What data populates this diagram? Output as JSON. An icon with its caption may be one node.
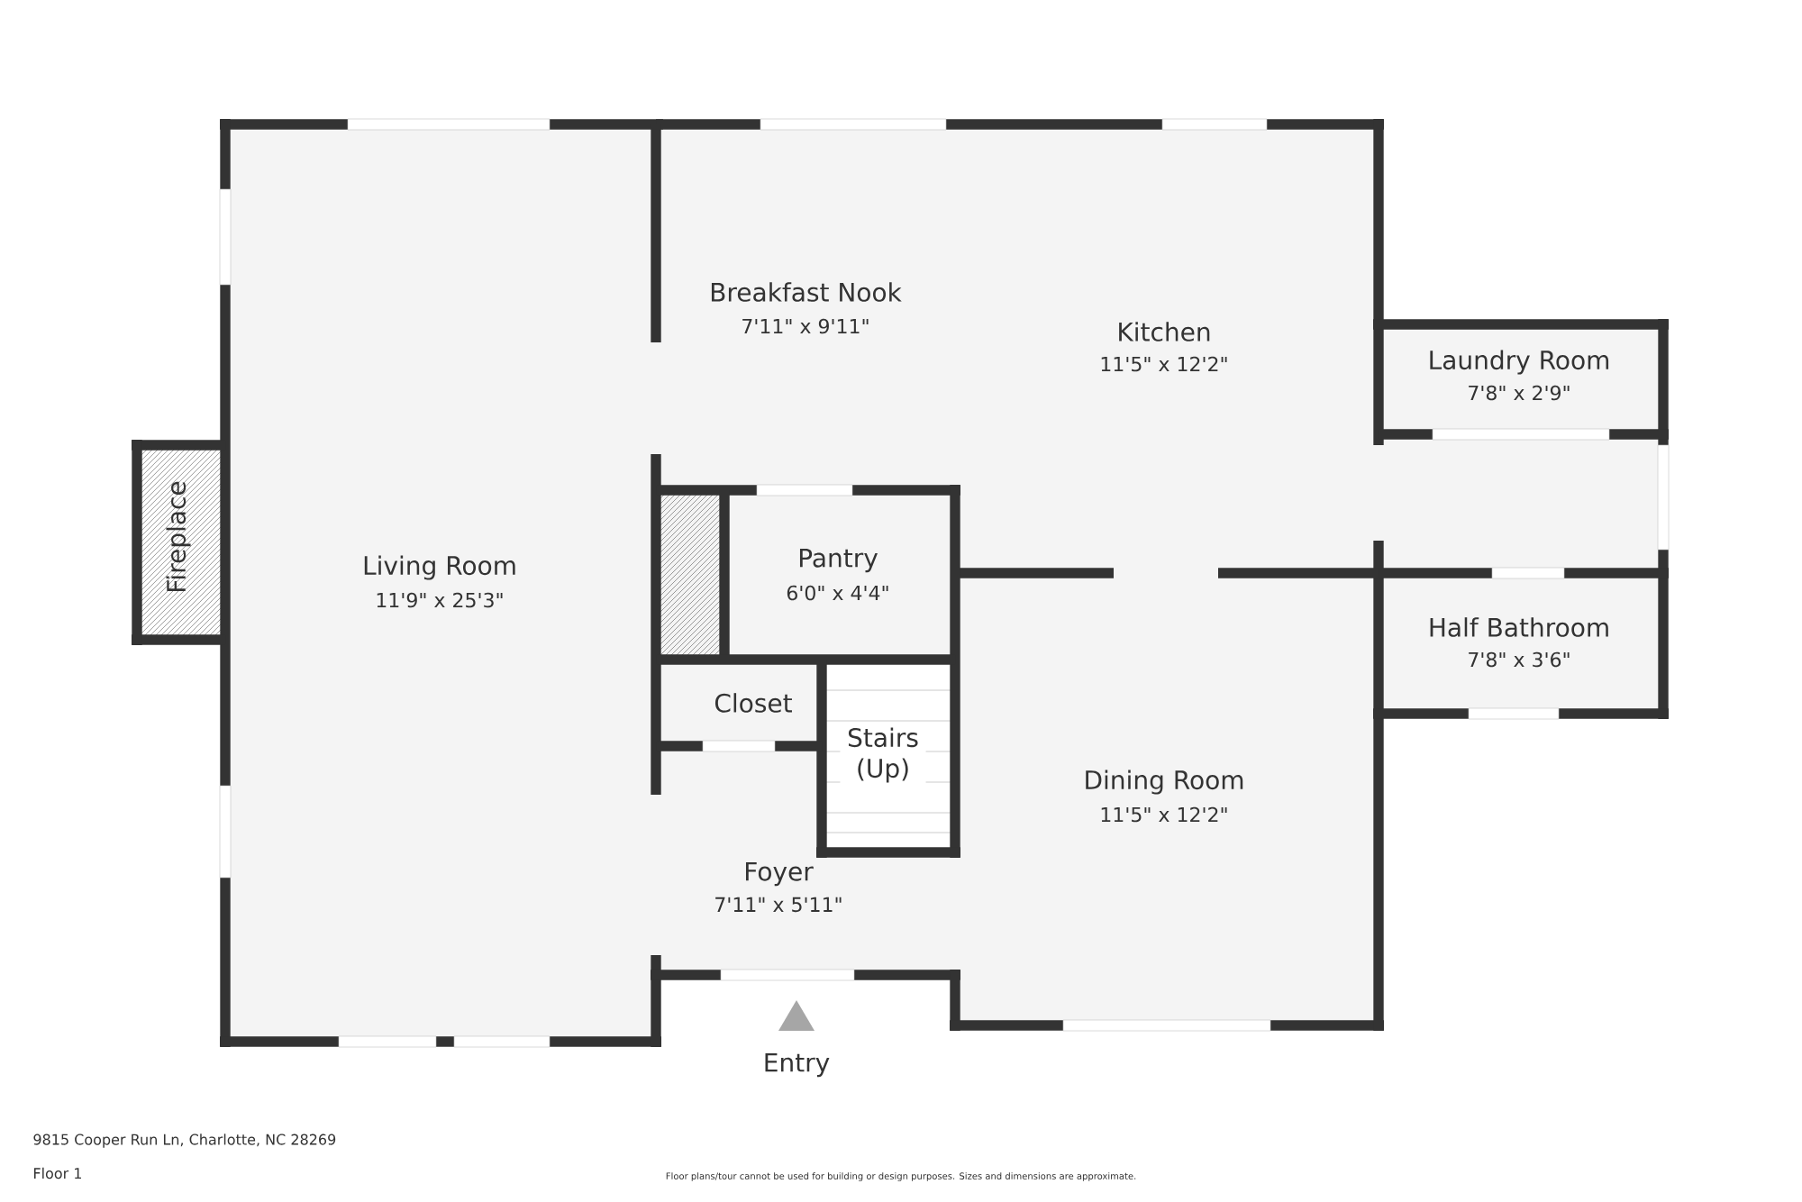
{
  "diagram": {
    "labels": [
      "Breakfast Nook",
      "7'11\" x 9'11\"",
      "Kitchen",
      "11'5\" x 12'2\"",
      "Laundry Room",
      "7'8\" x 2'9\"",
      "Fireplace",
      "Living Room",
      "11'9\" x 25'3\"",
      "Pantry",
      "6'0\" x 4'4\"",
      "Half Bathroom",
      "7'8\" x 3'6\"",
      "Closet",
      "Stairs (Up)",
      "Dining Room",
      "11'5\" x 12'2\"",
      "Foyer",
      "7'11\" x 5'11\"",
      "Entry",
      "9815 Cooper Run Ln, Charlotte, NC 28269",
      "Floor 1",
      "Floor plans/tour cannot be used for building or design purposes. Sizes and dimensions are approximate."
    ]
  }
}
